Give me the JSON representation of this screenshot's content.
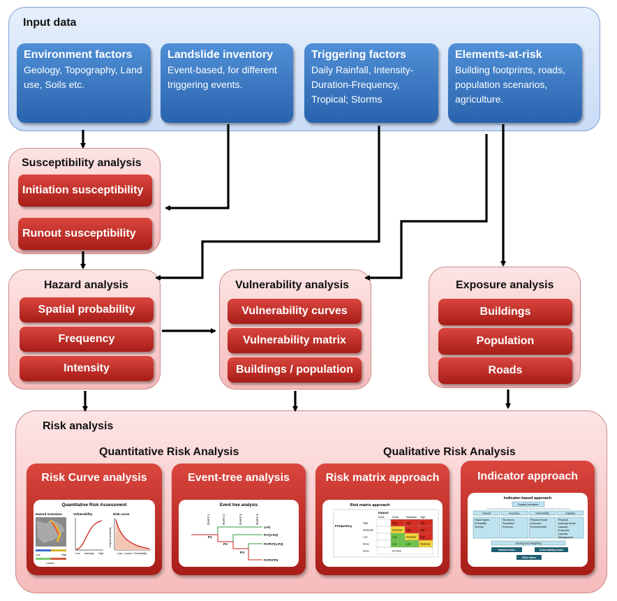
{
  "input": {
    "title": "Input data",
    "boxes": [
      {
        "title": "Environment factors",
        "desc": "Geology, Topography, Land use, Soils etc."
      },
      {
        "title": "Landslide inventory",
        "desc": "Event-based, for different triggering events."
      },
      {
        "title": "Triggering factors",
        "desc": "Daily Rainfall, Intensity-Duration-Frequency, Tropical; Storms"
      },
      {
        "title": "Elements-at-risk",
        "desc": "Building footprints, roads, population scenarios, agriculture."
      }
    ]
  },
  "susceptibility": {
    "title": "Susceptibility analysis",
    "items": [
      "Initiation susceptibility",
      "Runout susceptibility"
    ]
  },
  "hazard": {
    "title": "Hazard analysis",
    "items": [
      "Spatial probability",
      "Frequency",
      "Intensity"
    ]
  },
  "vulnerability": {
    "title": "Vulnerability analysis",
    "items": [
      "Vulnerability curves",
      "Vulnerability matrix",
      "Buildings / population"
    ]
  },
  "exposure": {
    "title": "Exposure analysis",
    "items": [
      "Buildings",
      "Population",
      "Roads"
    ]
  },
  "risk": {
    "title": "Risk analysis",
    "quantitative": "Quantitative Risk Analysis",
    "qualitative": "Qualitative Risk Analysis",
    "methods": [
      {
        "title": "Risk Curve analysis"
      },
      {
        "title": "Event-tree analysis"
      },
      {
        "title": "Risk matrix approach"
      },
      {
        "title": "Indicator approach"
      }
    ]
  },
  "thumbs": {
    "qra": {
      "title": "Quantitative Risk Assessment",
      "hazard": "Hazard scenarios",
      "vuln": "Vulnerability",
      "curve": "Risk curve",
      "low": "Low",
      "high": "High",
      "intensity": "Intensity",
      "losses": "Losses",
      "loss_axis": "Loss = Losses * Vulnerability",
      "prob_axis": "Temporal probability"
    },
    "event": {
      "title": "Event tree analysis",
      "events": [
        "Event 1",
        "Event 2",
        "Event 3",
        "Event 4"
      ],
      "p1": "P1",
      "p2": "P2",
      "p3": "P3",
      "o1": "1-P1",
      "o2": "P1*(1-P2)",
      "o3": "P1*P2*(1-P3)",
      "o4": "P1*P2*P3"
    },
    "matrix": {
      "title": "Risk matrix approach",
      "impact": "Impact",
      "frequency": "Frequency",
      "cols": [
        "None",
        "Small",
        "Moderate",
        "High"
      ],
      "rows": [
        "High",
        "Moderate",
        "Low",
        "None"
      ],
      "no_risk": "No Risk",
      "cells": [
        [
          "",
          "High",
          "High",
          "High"
        ],
        [
          "",
          "Moderate",
          "High",
          "High"
        ],
        [
          "",
          "Low",
          "Moderate",
          "High"
        ],
        [
          "",
          "Low",
          "Low",
          "Moderate"
        ]
      ]
    },
    "indicator": {
      "title": "Indicator-based approach",
      "spatial": "Spatial Indicators",
      "cats": [
        "Hazard",
        "Exposure",
        "Vulnerability",
        "Capacity"
      ],
      "sub": [
        "Hazard types Probability Severity",
        "Structures Population Economy",
        "Physical Social Economic Environmental",
        "Physical planning Social capacity Economic capacity Management"
      ],
      "scoring": "Scoring and weighting",
      "hazard_index": "Hazard Index",
      "vuln_index": "Vulnerability Index",
      "risk_index": "Risk Index"
    }
  },
  "colors": {
    "blue_box": "#3a78c6",
    "red_button": "#c1302a",
    "pink_panel": "#f8c9c9",
    "blue_panel": "#d6e4f8"
  }
}
